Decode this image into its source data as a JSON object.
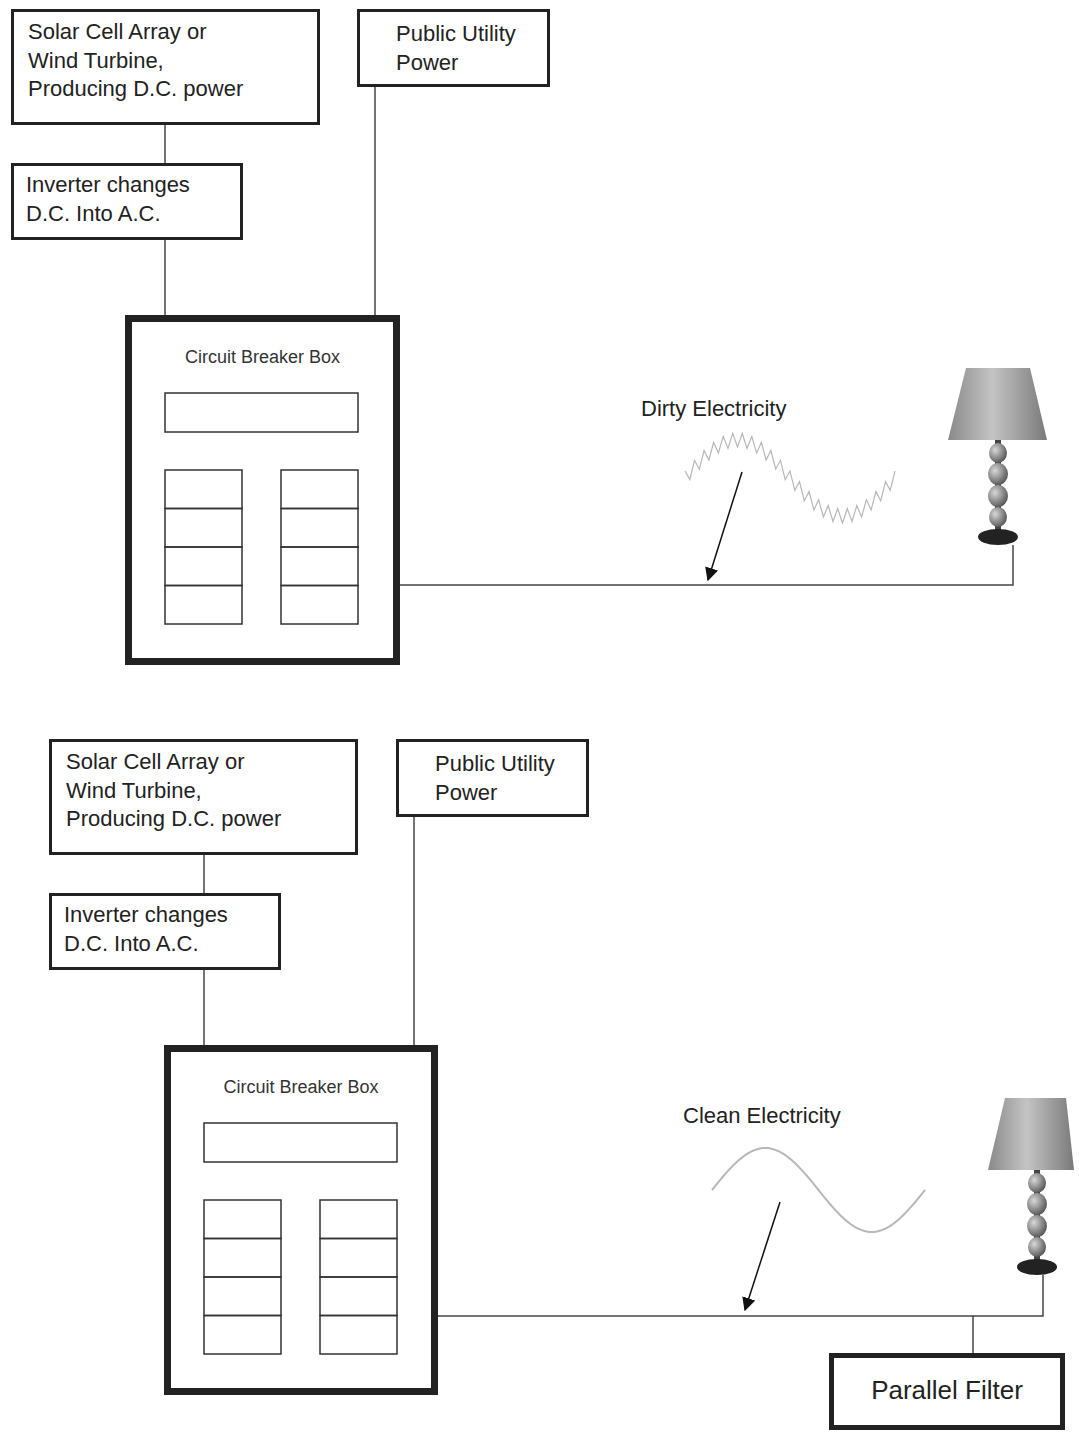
{
  "diagram": {
    "nodes": [
      {
        "text": [
          "Solar Cell Array or Wind Turbine, Producing D.C. power"
        ]
      },
      {
        "text": [
          "Inverter changes D.C. Into A.C."
        ]
      },
      {
        "text": [
          "Public Utility Power"
        ]
      },
      {
        "text": [
          "Circuit Breaker Box"
        ]
      },
      {
        "text": [
          "Solar Cell Array or Wind Turbine, Producing D.C. power"
        ]
      },
      {
        "text": [
          "Inverter changes D.C. Into A.C."
        ]
      },
      {
        "text": [
          "Public Utility Power"
        ]
      },
      {
        "text": [
          "Circuit Breaker Box"
        ]
      },
      {
        "text": [
          "Parallel Filter"
        ]
      }
    ],
    "edges": [
      {
        "from": 0,
        "to": 1,
        "arrow": "none"
      },
      {
        "from": 1,
        "to": 3,
        "arrow": "none"
      },
      {
        "from": 2,
        "to": 3,
        "arrow": "none"
      },
      {
        "from": 4,
        "to": 5,
        "arrow": "none"
      },
      {
        "from": 5,
        "to": 7,
        "arrow": "none"
      },
      {
        "from": 6,
        "to": 7,
        "arrow": "none"
      },
      {
        "from": 7,
        "to": 8,
        "arrow": "none"
      }
    ],
    "labels": [
      "Dirty Electricity",
      "Clean Electricity"
    ]
  }
}
